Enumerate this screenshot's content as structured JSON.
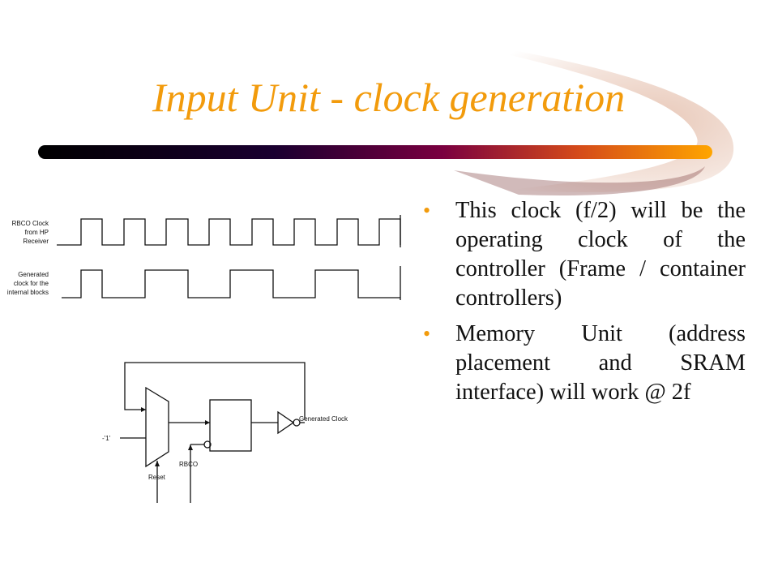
{
  "slide": {
    "title": "Input Unit - clock generation",
    "bullets": [
      "This clock (f/2) will be the operating clock of the controller (Frame / container controllers)",
      "Memory Unit (address placement and SRAM interface) will work @ 2f"
    ]
  },
  "waveform": {
    "signal1_label": [
      "RBCO Clock",
      "from HP",
      "Receiver"
    ],
    "signal2_label": [
      "Generated",
      "clock for the",
      "internal blocks"
    ]
  },
  "circuit": {
    "input_one": "-'1'",
    "reset": "Reset",
    "rbco": "RBCO",
    "output": "Generated Clock"
  },
  "colors": {
    "title": "#f29b0c",
    "bullet": "#f29b0c",
    "bar_start": "#000000",
    "bar_mid": "#7a0040",
    "bar_end": "#ffa500"
  }
}
